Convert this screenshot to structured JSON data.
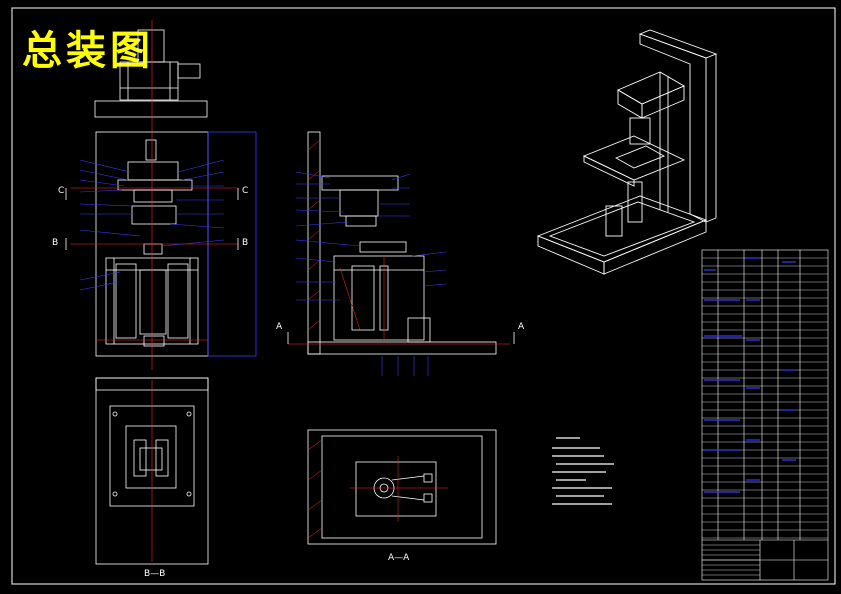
{
  "title": "总装图",
  "views": {
    "bb_label": "B—B",
    "aa_label": "A—A"
  },
  "section_marks": {
    "c": "C",
    "b": "B",
    "a": "A"
  },
  "colors": {
    "background": "#000000",
    "outline": "#ffffff",
    "title": "#ffff00",
    "leader": "#3a3aff",
    "center_line": "#ff2a2a",
    "hatch": "#ff2a2a"
  }
}
